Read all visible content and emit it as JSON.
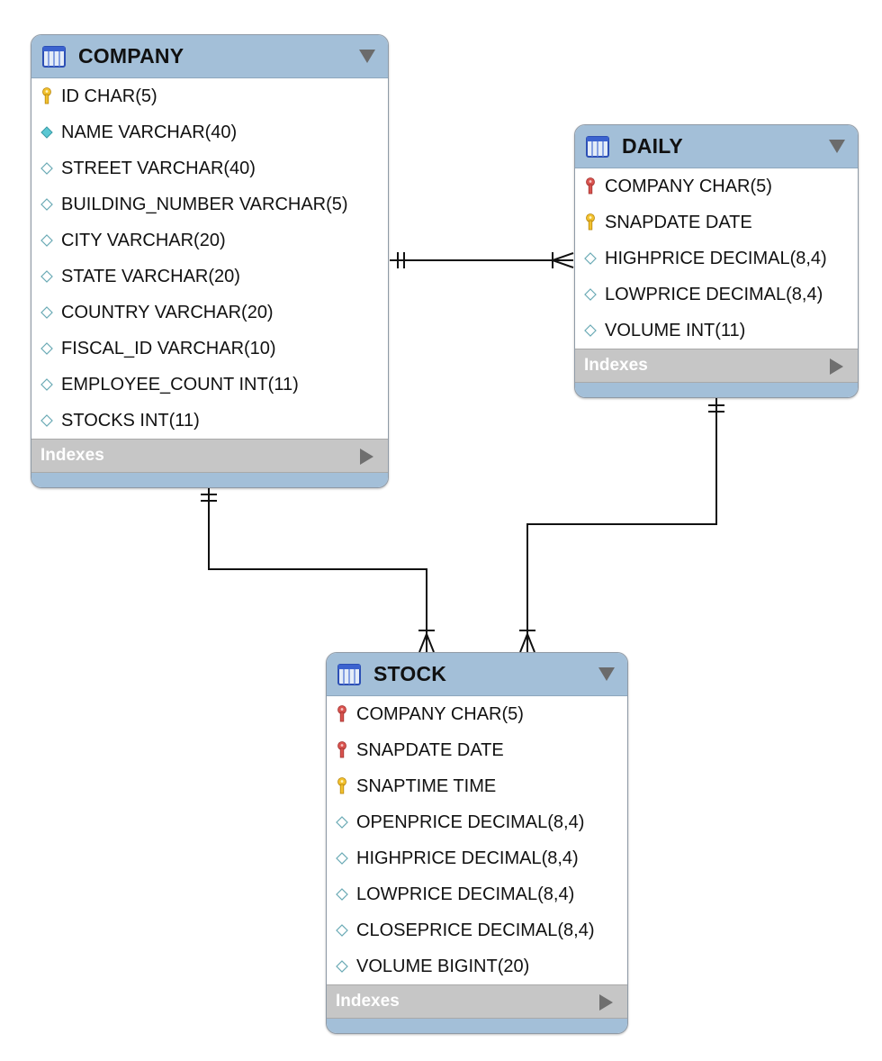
{
  "tables": [
    {
      "name": "COMPANY",
      "columns": [
        {
          "label": "ID CHAR(5)",
          "kind": "primary-key"
        },
        {
          "label": "NAME VARCHAR(40)",
          "kind": "not-null"
        },
        {
          "label": "STREET VARCHAR(40)",
          "kind": "nullable"
        },
        {
          "label": "BUILDING_NUMBER VARCHAR(5)",
          "kind": "nullable"
        },
        {
          "label": "CITY VARCHAR(20)",
          "kind": "nullable"
        },
        {
          "label": "STATE VARCHAR(20)",
          "kind": "nullable"
        },
        {
          "label": "COUNTRY VARCHAR(20)",
          "kind": "nullable"
        },
        {
          "label": "FISCAL_ID VARCHAR(10)",
          "kind": "nullable"
        },
        {
          "label": "EMPLOYEE_COUNT INT(11)",
          "kind": "nullable"
        },
        {
          "label": "STOCKS INT(11)",
          "kind": "nullable"
        }
      ],
      "indexes_label": "Indexes"
    },
    {
      "name": "DAILY",
      "columns": [
        {
          "label": "COMPANY CHAR(5)",
          "kind": "foreign-primary-key"
        },
        {
          "label": "SNAPDATE DATE",
          "kind": "primary-key"
        },
        {
          "label": "HIGHPRICE DECIMAL(8,4)",
          "kind": "nullable"
        },
        {
          "label": "LOWPRICE DECIMAL(8,4)",
          "kind": "nullable"
        },
        {
          "label": "VOLUME INT(11)",
          "kind": "nullable"
        }
      ],
      "indexes_label": "Indexes"
    },
    {
      "name": "STOCK",
      "columns": [
        {
          "label": "COMPANY CHAR(5)",
          "kind": "foreign-primary-key"
        },
        {
          "label": "SNAPDATE DATE",
          "kind": "foreign-primary-key"
        },
        {
          "label": "SNAPTIME TIME",
          "kind": "primary-key"
        },
        {
          "label": "OPENPRICE DECIMAL(8,4)",
          "kind": "nullable"
        },
        {
          "label": "HIGHPRICE DECIMAL(8,4)",
          "kind": "nullable"
        },
        {
          "label": "LOWPRICE DECIMAL(8,4)",
          "kind": "nullable"
        },
        {
          "label": "CLOSEPRICE DECIMAL(8,4)",
          "kind": "nullable"
        },
        {
          "label": "VOLUME BIGINT(20)",
          "kind": "nullable"
        }
      ],
      "indexes_label": "Indexes"
    }
  ],
  "relationships": [
    {
      "from": "COMPANY",
      "to": "DAILY",
      "cardinality": "one-to-many"
    },
    {
      "from": "COMPANY",
      "to": "STOCK",
      "cardinality": "one-to-many"
    },
    {
      "from": "DAILY",
      "to": "STOCK",
      "cardinality": "one-to-many"
    }
  ],
  "colors": {
    "header": "#a3bfd8",
    "indexes_bar": "#c6c6c6",
    "primary_key": "#f2c12e",
    "foreign_primary_key": "#d9534f",
    "not_null": "#5bc8d3",
    "nullable": "#ffffff"
  }
}
